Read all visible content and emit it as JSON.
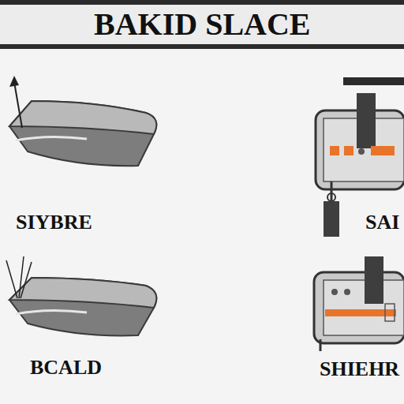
{
  "diagram": {
    "title": "BAKID SLACE",
    "labels": [
      "SIYBRE",
      "SAI",
      "BCALD",
      "SHIEHR"
    ]
  }
}
